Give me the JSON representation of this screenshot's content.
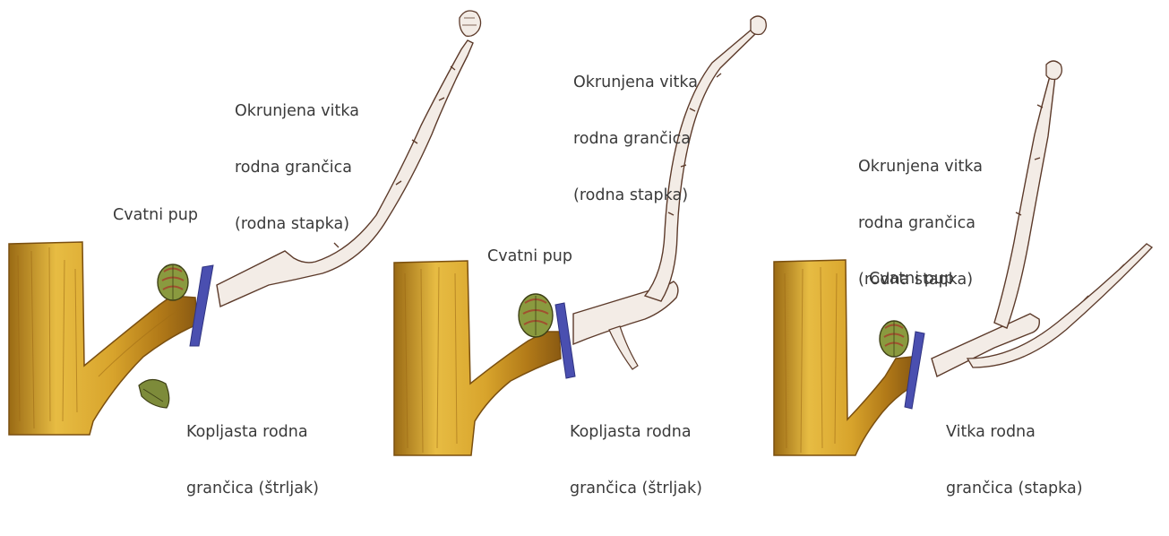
{
  "colors": {
    "trunk_light": "#e9c046",
    "trunk_mid": "#c98f1f",
    "trunk_dark": "#8a5a12",
    "branch_fill": "#f3ece6",
    "branch_outline": "#5c3a2a",
    "cut_mark": "#4a4fb0",
    "bud_green": "#7d8b3a",
    "bud_red": "#a0502f"
  },
  "top_fragment": "",
  "panels": [
    {
      "top_label": [
        "Okrunjena vitka",
        "rodna grančica",
        "(rodna stapka)"
      ],
      "middle_label": "Cvatni pup",
      "bottom_label": [
        "Kopljasta rodna",
        "grančica (štrljak)"
      ]
    },
    {
      "top_label": [
        "Okrunjena vitka",
        "rodna grančica",
        "(rodna stapka)"
      ],
      "middle_label": "Cvatni pup",
      "bottom_label": [
        "Kopljasta rodna",
        "grančica (štrljak)"
      ]
    },
    {
      "top_label": [
        "Okrunjena vitka",
        "rodna grančica",
        "(rodna stapka)"
      ],
      "middle_label": "Cvatni pup",
      "bottom_label": [
        "Vitka rodna",
        "grančica (stapka)"
      ]
    }
  ]
}
